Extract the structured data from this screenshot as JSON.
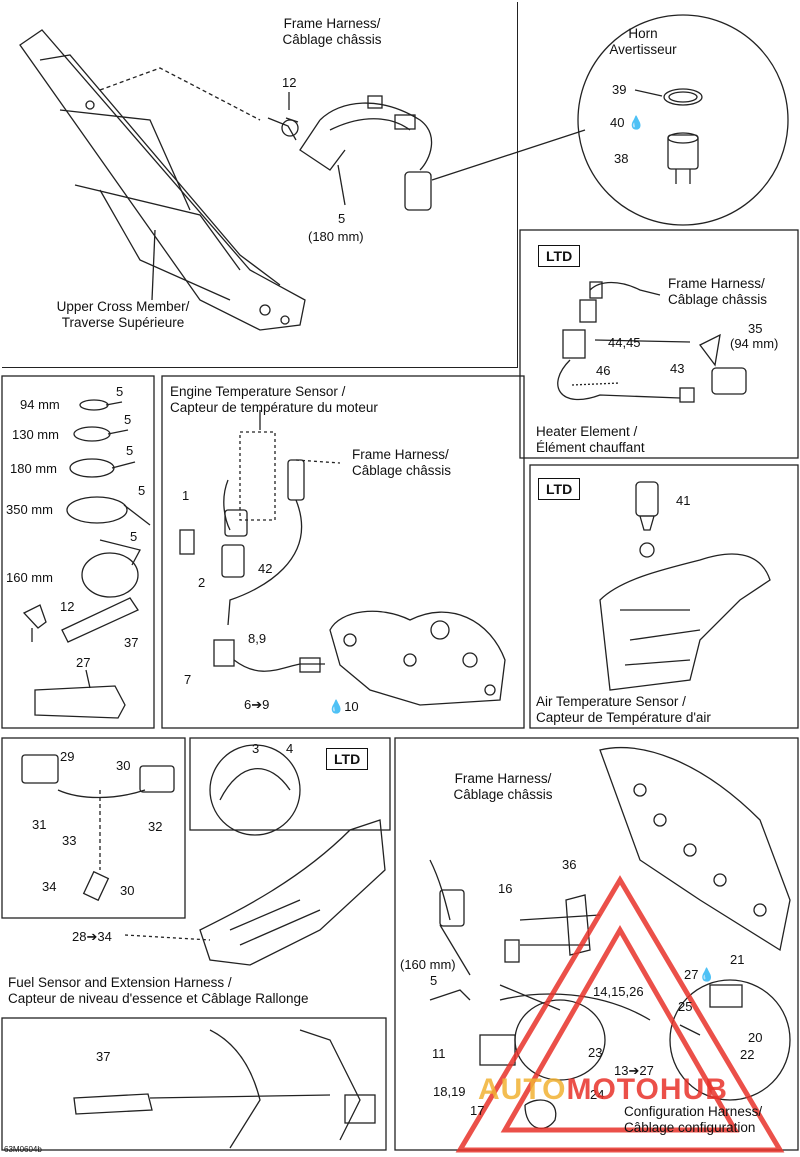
{
  "top": {
    "frame_harness": [
      "Frame Harness/",
      "Câblage châssis"
    ],
    "horn": [
      "Horn",
      "Avertisseur"
    ],
    "upper_cross": [
      "Upper Cross Member/",
      "Traverse Supérieure"
    ],
    "n12": "12",
    "n5": "5",
    "len180": "(180 mm)",
    "n39": "39",
    "n40": "40",
    "n38": "38"
  },
  "heater": {
    "ltd": "LTD",
    "frame_harness": [
      "Frame Harness/",
      "Câblage châssis"
    ],
    "n4445": "44,45",
    "n35": "35",
    "len94": "(94 mm)",
    "n46": "46",
    "n43": "43",
    "caption": [
      "Heater Element /",
      "Élément chauffant"
    ]
  },
  "ties": {
    "rows": [
      {
        "len": "94 mm",
        "num": "5"
      },
      {
        "len": "130 mm",
        "num": "5"
      },
      {
        "len": "180 mm",
        "num": "5"
      },
      {
        "len": "350 mm",
        "num": "5"
      },
      {
        "len": "160 mm",
        "num": "5"
      }
    ],
    "n12": "12",
    "n37": "37",
    "n27": "27"
  },
  "engine": {
    "title": [
      "Engine Temperature Sensor /",
      "Capteur de température du moteur"
    ],
    "frame_harness": [
      "Frame Harness/",
      "Câblage châssis"
    ],
    "n1": "1",
    "n2": "2",
    "n42": "42",
    "n89": "8,9",
    "n7": "7",
    "n69": "6➔9",
    "n10": "10"
  },
  "air": {
    "ltd": "LTD",
    "n41": "41",
    "caption": [
      "Air Temperature Sensor /",
      "Capteur de Température d'air"
    ]
  },
  "fuel": {
    "ltd": "LTD",
    "n29": "29",
    "n30a": "30",
    "n31": "31",
    "n32": "32",
    "n33": "33",
    "n34": "34",
    "n30b": "30",
    "n3": "3",
    "n4": "4",
    "n2834": "28➔34",
    "caption": [
      "Fuel Sensor and Extension Harness /",
      "Capteur de niveau d'essence et Câblage Rallonge"
    ]
  },
  "config": {
    "frame_harness": [
      "Frame Harness/",
      "Câblage châssis"
    ],
    "n36": "36",
    "n16": "16",
    "len160": "(160 mm)",
    "n5": "5",
    "n141526": "14,15,26",
    "n27": "27",
    "n21": "21",
    "n25": "25",
    "n20": "20",
    "n22": "22",
    "n11": "11",
    "n23": "23",
    "n1327": "13➔27",
    "n1819": "18,19",
    "n24": "24",
    "n17": "17",
    "caption": [
      "Configuration Harness/",
      "Câblage configuration"
    ]
  },
  "bottom_left": {
    "n37": "37"
  },
  "watermark": {
    "a": "AUTO",
    "b": "MOTO",
    "c": "HUB",
    "color": "#e8322a"
  },
  "footer": "63M0604b"
}
